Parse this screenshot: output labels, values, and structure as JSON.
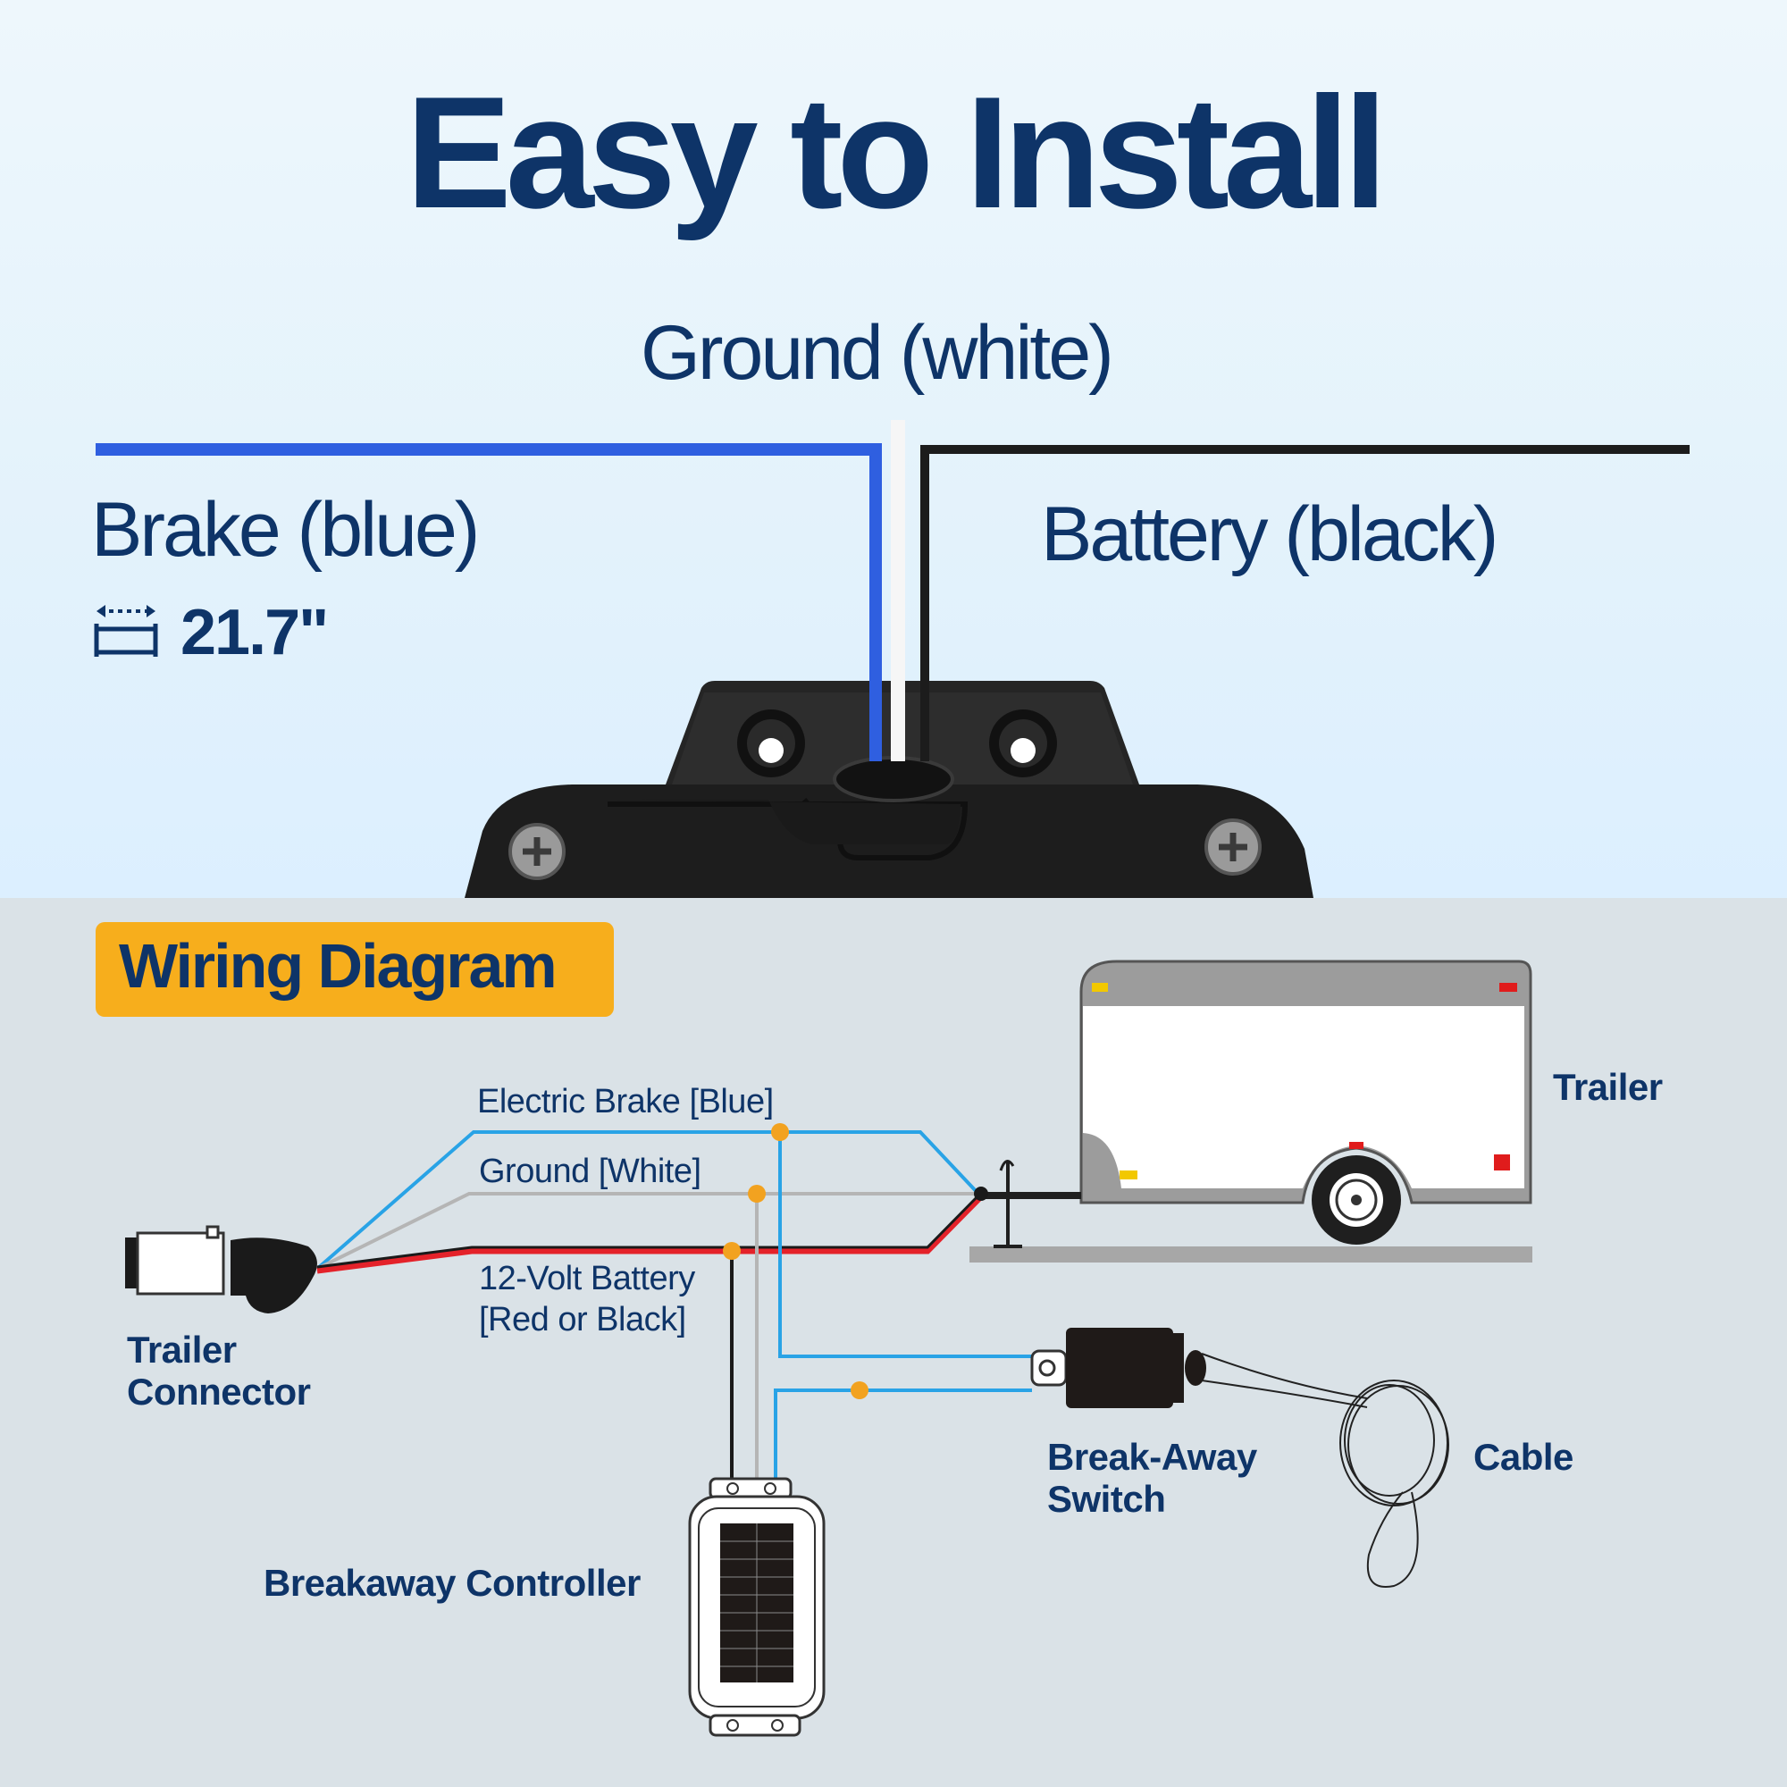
{
  "headline": "Easy to Install",
  "wires": {
    "ground": "Ground (white)",
    "brake": "Brake (blue)",
    "battery": "Battery (black)"
  },
  "dimension": {
    "icon": "length-ruler-icon",
    "value": "21.7\""
  },
  "wiring_diagram": {
    "title": "Wiring Diagram",
    "wires": {
      "electric_brake": "Electric Brake [Blue]",
      "ground": "Ground [White]",
      "battery_line1": "12-Volt Battery",
      "battery_line2": "[Red or Black]"
    },
    "components": {
      "trailer": "Trailer",
      "trailer_connector_line1": "Trailer",
      "trailer_connector_line2": "Connector",
      "breakaway_switch_line1": "Break-Away",
      "breakaway_switch_line2": "Switch",
      "cable": "Cable",
      "breakaway_controller": "Breakaway Controller"
    }
  },
  "colors": {
    "navy_text": "#0e3468",
    "badge_yellow": "#f7ae1c",
    "wire_blue": "#2f5fe0",
    "diagram_blue": "#29a3e6",
    "junction_orange": "#f2a220"
  }
}
